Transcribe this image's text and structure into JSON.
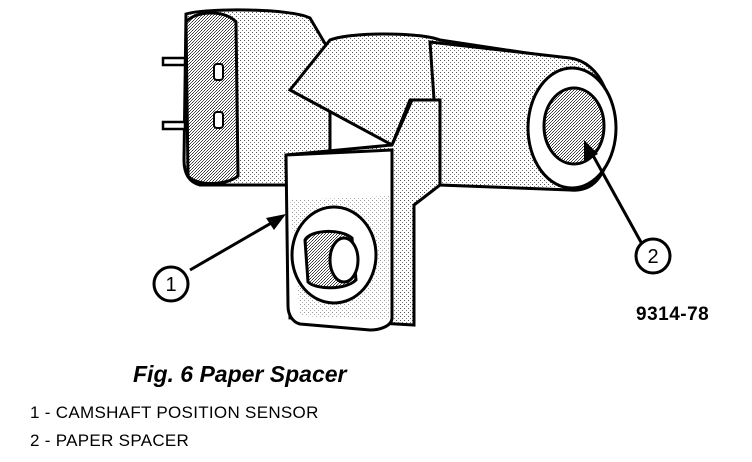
{
  "callouts": [
    {
      "number": "1"
    },
    {
      "number": "2"
    }
  ],
  "figure_code": "9314-78",
  "caption": "Fig. 6 Paper Spacer",
  "legend": [
    {
      "number": "1",
      "label": "CAMSHAFT POSITION SENSOR"
    },
    {
      "number": "2",
      "label": "PAPER SPACER"
    }
  ]
}
